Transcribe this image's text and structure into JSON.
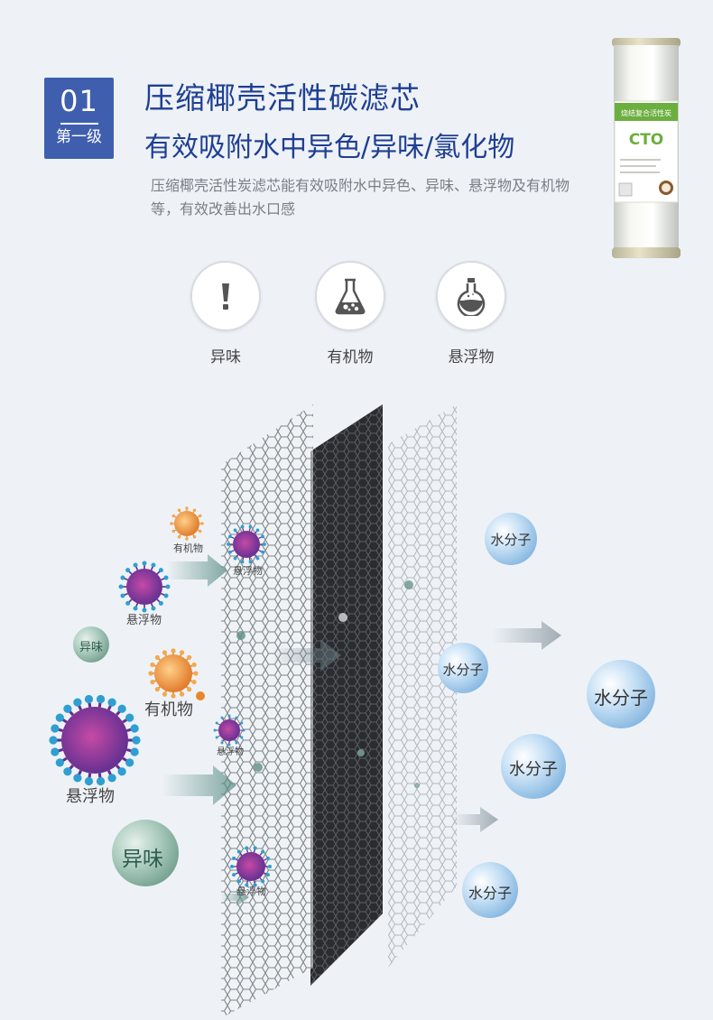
{
  "badge": {
    "number": "01",
    "level": "第一级"
  },
  "heading": {
    "title": "压缩椰壳活性碳滤芯",
    "subtitle": "有效吸附水中异色/异味/氯化物"
  },
  "description": "压缩椰壳活性炭滤芯能有效吸附水中异色、异味、悬浮物及有机物等，有效改善出水口感",
  "product": {
    "label_top": "烧结复合活性炭",
    "model": "CTO"
  },
  "features": [
    {
      "icon": "exclamation-icon",
      "label": "异味"
    },
    {
      "icon": "flask-icon",
      "label": "有机物"
    },
    {
      "icon": "round-flask-icon",
      "label": "悬浮物"
    }
  ],
  "particles": {
    "organic_small": "有机物",
    "suspended_top": "悬浮物",
    "suspended_left": "悬浮物",
    "odor_small": "异味",
    "organic_mid": "有机物",
    "suspended_mid": "悬浮物",
    "suspended_large": "悬浮物",
    "odor_large": "异味",
    "suspended_bottom": "悬浮物"
  },
  "water_molecules": [
    "水分子",
    "水分子",
    "水分子",
    "水分子",
    "水分子"
  ],
  "colors": {
    "brand_blue": "#1f3f92",
    "badge_blue": "#3f5fae",
    "virus_purple": "#6a2c8a",
    "organic_orange": "#e9862a",
    "water_blue": "#9cc6ea",
    "odor_green": "#7fae9c"
  }
}
